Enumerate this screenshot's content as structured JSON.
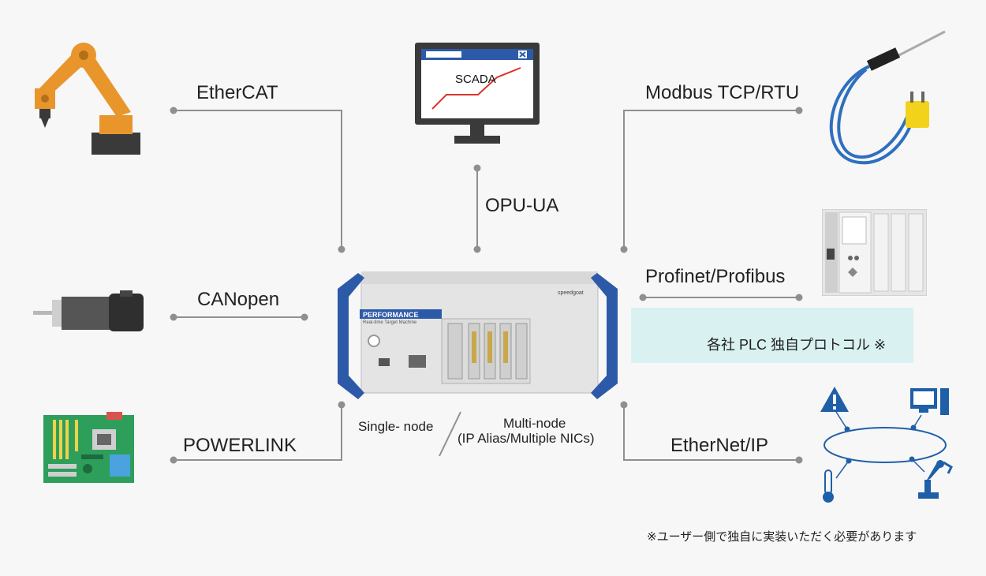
{
  "labels": {
    "ethercat": "EtherCAT",
    "canopen": "CANopen",
    "powerlink": "POWERLINK",
    "opcua": "OPU-UA",
    "modbus": "Modbus TCP/RTU",
    "profinet": "Profinet/Profibus",
    "plc_protocol": "各社 PLC 独自プロトコル ※",
    "ethernet_ip": "EtherNet/IP",
    "single_node": "Single- node",
    "multi_node": "Multi-node",
    "multi_node_detail": "(IP Alias/Multiple NICs)",
    "scada": "SCADA",
    "device_brand": "speedgoat",
    "device_badge": "PERFORMANCE",
    "device_subtitle": "Real-time Target Machine",
    "footnote": "※ユーザー側で独自に実装いただく必要があります"
  },
  "colors": {
    "line": "#8f8f8f",
    "robot_orange": "#e8962b",
    "device_blue": "#2d5aa8",
    "plc_highlight": "#d9f1f1",
    "pcb_green": "#2e9e5b",
    "icon_blue": "#1f5fa8",
    "probe_blue": "#2f6fbf",
    "plug_yellow": "#f2d21b"
  },
  "icons": [
    "robot-arm-icon",
    "servo-motor-icon",
    "circuit-board-icon",
    "scada-monitor-icon",
    "thermocouple-probe-icon",
    "plc-rack-icon",
    "speedgoat-target-machine",
    "ethernet-ip-network-icon",
    "warning-icon",
    "computer-icon",
    "thermometer-icon",
    "robot-icon"
  ]
}
